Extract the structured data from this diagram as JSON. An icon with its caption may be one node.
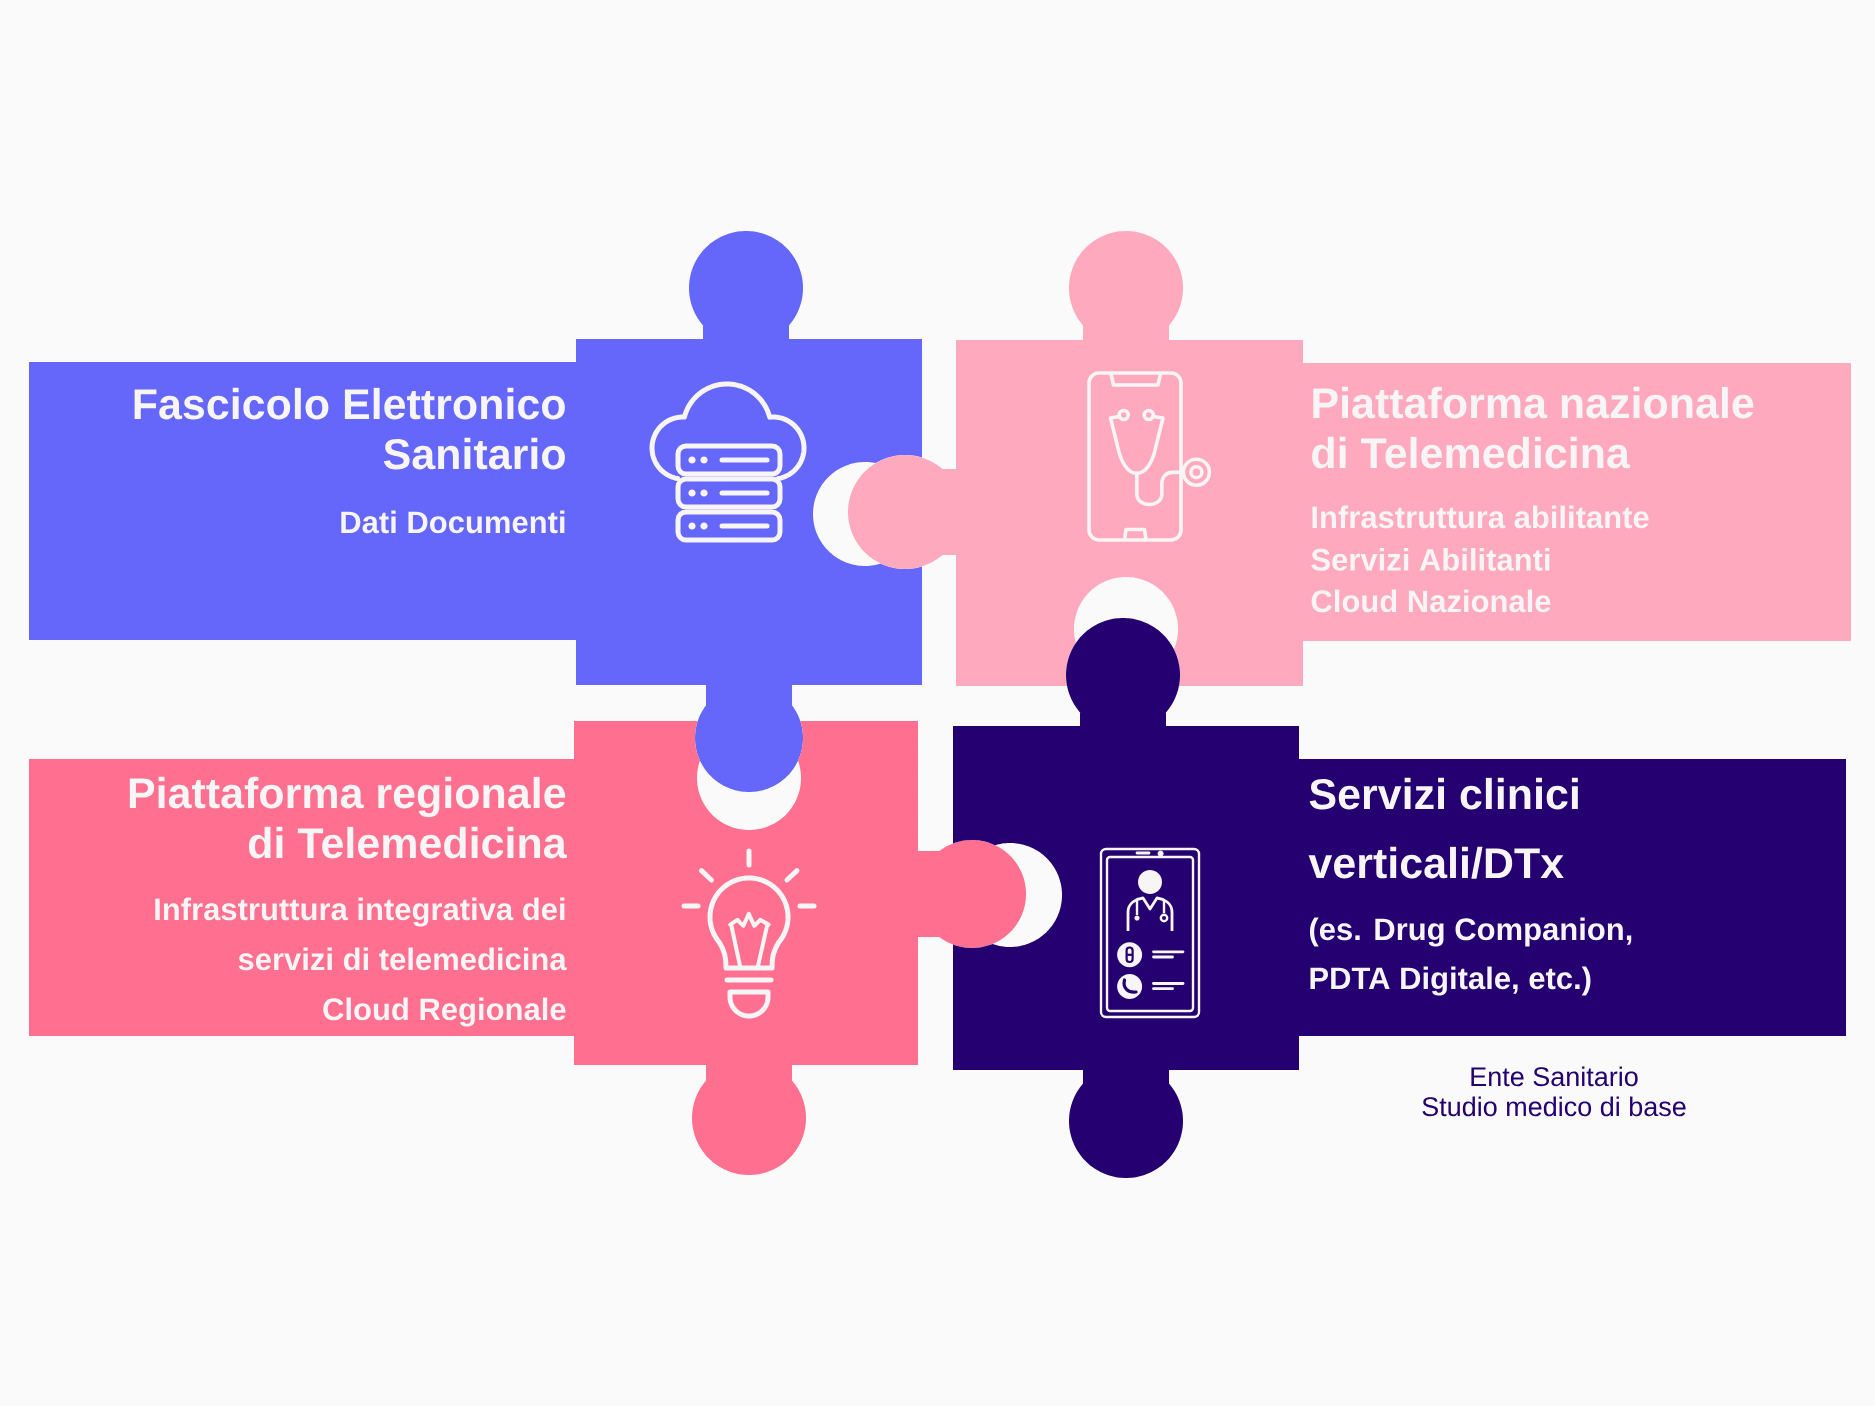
{
  "diagram": {
    "nodes": [
      {
        "text": [
          "Fascicolo Elettronico Sanitario",
          "Dati Documenti"
        ]
      },
      {
        "text": [
          "Piattaforma nazionale di Telemedicina",
          "Infrastruttura abilitante",
          "Servizi Abilitanti",
          "Cloud Nazionale"
        ]
      },
      {
        "text": [
          "Piattaforma regionale di Telemedicina",
          "Infrastruttura integrativa dei servizi di telemedicina",
          "Cloud Regionale"
        ]
      },
      {
        "text": [
          "Servizi clinici verticali/DTx",
          "(es. Drug Companion, PDTA Digitale, etc.)",
          "Ente Sanitario",
          "Studio medico di base"
        ]
      }
    ]
  }
}
